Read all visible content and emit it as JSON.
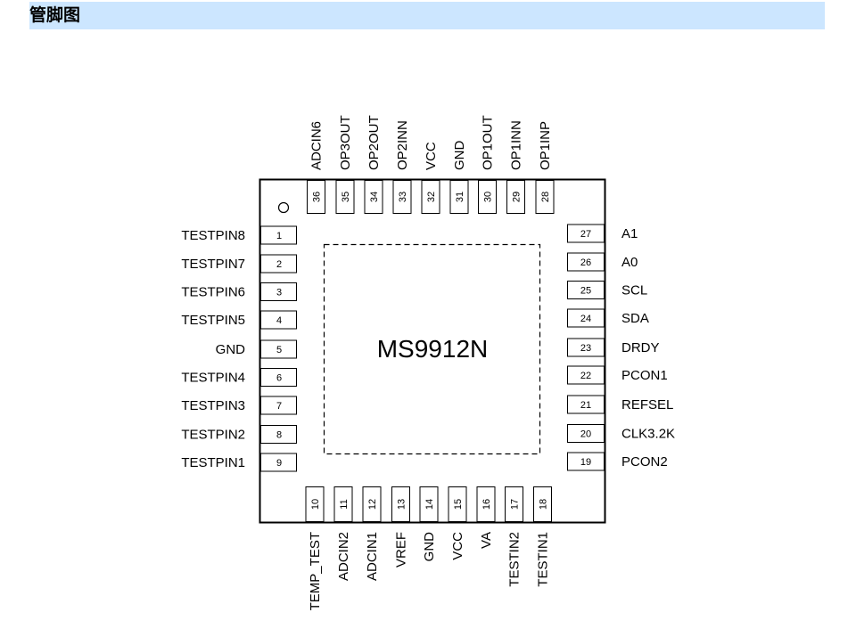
{
  "header": {
    "title": "管脚图"
  },
  "chip": {
    "name": "MS9912N"
  },
  "pins": {
    "left": [
      {
        "num": "1",
        "label": "TESTPIN8"
      },
      {
        "num": "2",
        "label": "TESTPIN7"
      },
      {
        "num": "3",
        "label": "TESTPIN6"
      },
      {
        "num": "4",
        "label": "TESTPIN5"
      },
      {
        "num": "5",
        "label": "GND"
      },
      {
        "num": "6",
        "label": "TESTPIN4"
      },
      {
        "num": "7",
        "label": "TESTPIN3"
      },
      {
        "num": "8",
        "label": "TESTPIN2"
      },
      {
        "num": "9",
        "label": "TESTPIN1"
      }
    ],
    "bottom": [
      {
        "num": "10",
        "label": "TEMP_TEST"
      },
      {
        "num": "11",
        "label": "ADCIN2"
      },
      {
        "num": "12",
        "label": "ADCIN1"
      },
      {
        "num": "13",
        "label": "VREF"
      },
      {
        "num": "14",
        "label": "GND"
      },
      {
        "num": "15",
        "label": "VCC"
      },
      {
        "num": "16",
        "label": "VA"
      },
      {
        "num": "17",
        "label": "TESTIN2"
      },
      {
        "num": "18",
        "label": "TESTIN1"
      }
    ],
    "right": [
      {
        "num": "19",
        "label": "PCON2"
      },
      {
        "num": "20",
        "label": "CLK3.2K"
      },
      {
        "num": "21",
        "label": "REFSEL"
      },
      {
        "num": "22",
        "label": "PCON1"
      },
      {
        "num": "23",
        "label": "DRDY"
      },
      {
        "num": "24",
        "label": "SDA"
      },
      {
        "num": "25",
        "label": "SCL"
      },
      {
        "num": "26",
        "label": "A0"
      },
      {
        "num": "27",
        "label": "A1"
      }
    ],
    "top": [
      {
        "num": "28",
        "label": "OP1INP"
      },
      {
        "num": "29",
        "label": "OP1INN"
      },
      {
        "num": "30",
        "label": "OP1OUT"
      },
      {
        "num": "31",
        "label": "GND"
      },
      {
        "num": "32",
        "label": "VCC"
      },
      {
        "num": "33",
        "label": "OP2INN"
      },
      {
        "num": "34",
        "label": "OP2OUT"
      },
      {
        "num": "35",
        "label": "OP3OUT"
      },
      {
        "num": "36",
        "label": "ADCIN6"
      }
    ]
  }
}
